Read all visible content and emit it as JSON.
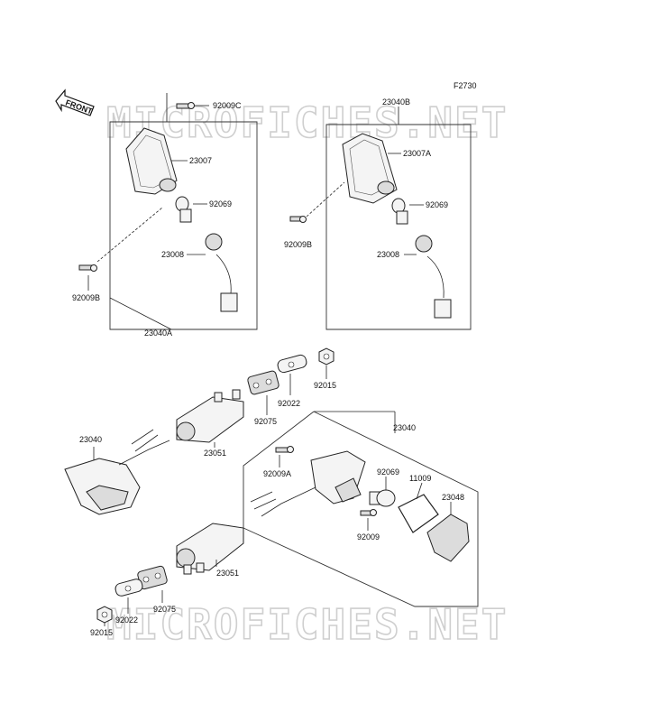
{
  "figure_code": "F2730",
  "front_label": "FRONT",
  "watermark": "MICROFICHES.NET",
  "parts": {
    "p92009C": "92009C",
    "p23007": "23007",
    "p92069_a": "92069",
    "p23008_a": "23008",
    "p92009B_a": "92009B",
    "p23040A": "23040A",
    "p23040B": "23040B",
    "p23007A": "23007A",
    "p92009B_b": "92009B",
    "p92069_b": "92069",
    "p23008_b": "23008",
    "p92015_a": "92015",
    "p92022_a": "92022",
    "p92075_a": "92075",
    "p23051_a": "23051",
    "p23040_left": "23040",
    "p23040_right": "23040",
    "p92009A": "92009A",
    "p92069_c": "92069",
    "p11009": "11009",
    "p23048": "23048",
    "p92009": "92009",
    "p23051_b": "23051",
    "p92075_b": "92075",
    "p92022_b": "92022",
    "p92015_b": "92015"
  }
}
